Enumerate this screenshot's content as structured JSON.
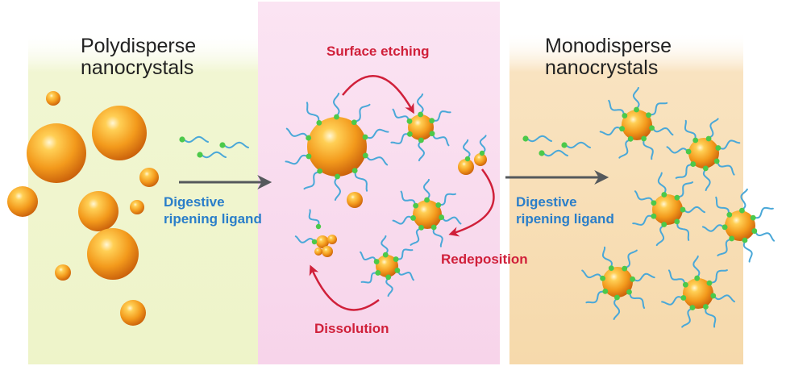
{
  "titles": {
    "left": [
      "Polydisperse",
      "nanocrystals"
    ],
    "right": [
      "Monodisperse",
      "nanocrystals"
    ]
  },
  "labels": {
    "ligand_left": [
      "Digestive",
      "ripening ligand"
    ],
    "ligand_right": [
      "Digestive",
      "ripening ligand"
    ],
    "surface_etching": "Surface etching",
    "redeposition": "Redeposition",
    "dissolution": "Dissolution"
  },
  "colors": {
    "panel_left": "#f1f6d2",
    "panel_middle": "#f8d6ec",
    "panel_right": "#f8deb6",
    "sphere": "#f39a1c",
    "ligand_tail": "#4aa8d8",
    "ligand_head": "#4cc94a",
    "arrow_red": "#d0203a",
    "arrow_gray": "#55595c",
    "label_blue": "#2a7ec9"
  }
}
